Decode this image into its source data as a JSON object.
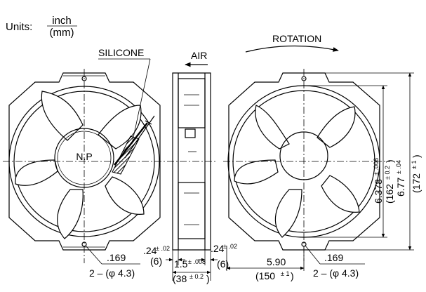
{
  "units": {
    "label": "Units:",
    "numerator": "inch",
    "denominator": "(mm)"
  },
  "labels": {
    "silicone": "SILICONE",
    "air": "AIR",
    "rotation": "ROTATION",
    "hub": "N.P"
  },
  "dims": {
    "left_hole_inch": ".169",
    "left_hole_mm": "2 – (φ 4.3)",
    "side_flange_left_inch": ".24",
    "side_flange_left_tol": "± .02",
    "side_flange_left_mm": "(6)",
    "side_depth_inch": "1.5",
    "side_depth_tol": "± .008",
    "side_depth_mm": "(38",
    "side_depth_mm_tol": "± 0.2",
    "side_depth_mm_close": ")",
    "side_flange_right_inch": ".24",
    "side_flange_right_tol": "± .02",
    "side_flange_right_mm": "(6)",
    "hole_spacing_inch": "5.90",
    "hole_spacing_mm": "(150",
    "hole_spacing_mm_tol": "± 1",
    "hole_spacing_mm_close": ")",
    "right_hole_inch": ".169",
    "right_hole_mm": "2 – (φ 4.3)",
    "dia_inch": "6.378",
    "dia_inch_tol": "± .008",
    "dia_mm": "(162",
    "dia_mm_tol": "± 0.2",
    "dia_mm_close": ")",
    "height_inch": "6.77",
    "height_inch_tol": "± .04",
    "height_mm": "(172",
    "height_mm_tol": "± 1",
    "height_mm_close": ")"
  }
}
